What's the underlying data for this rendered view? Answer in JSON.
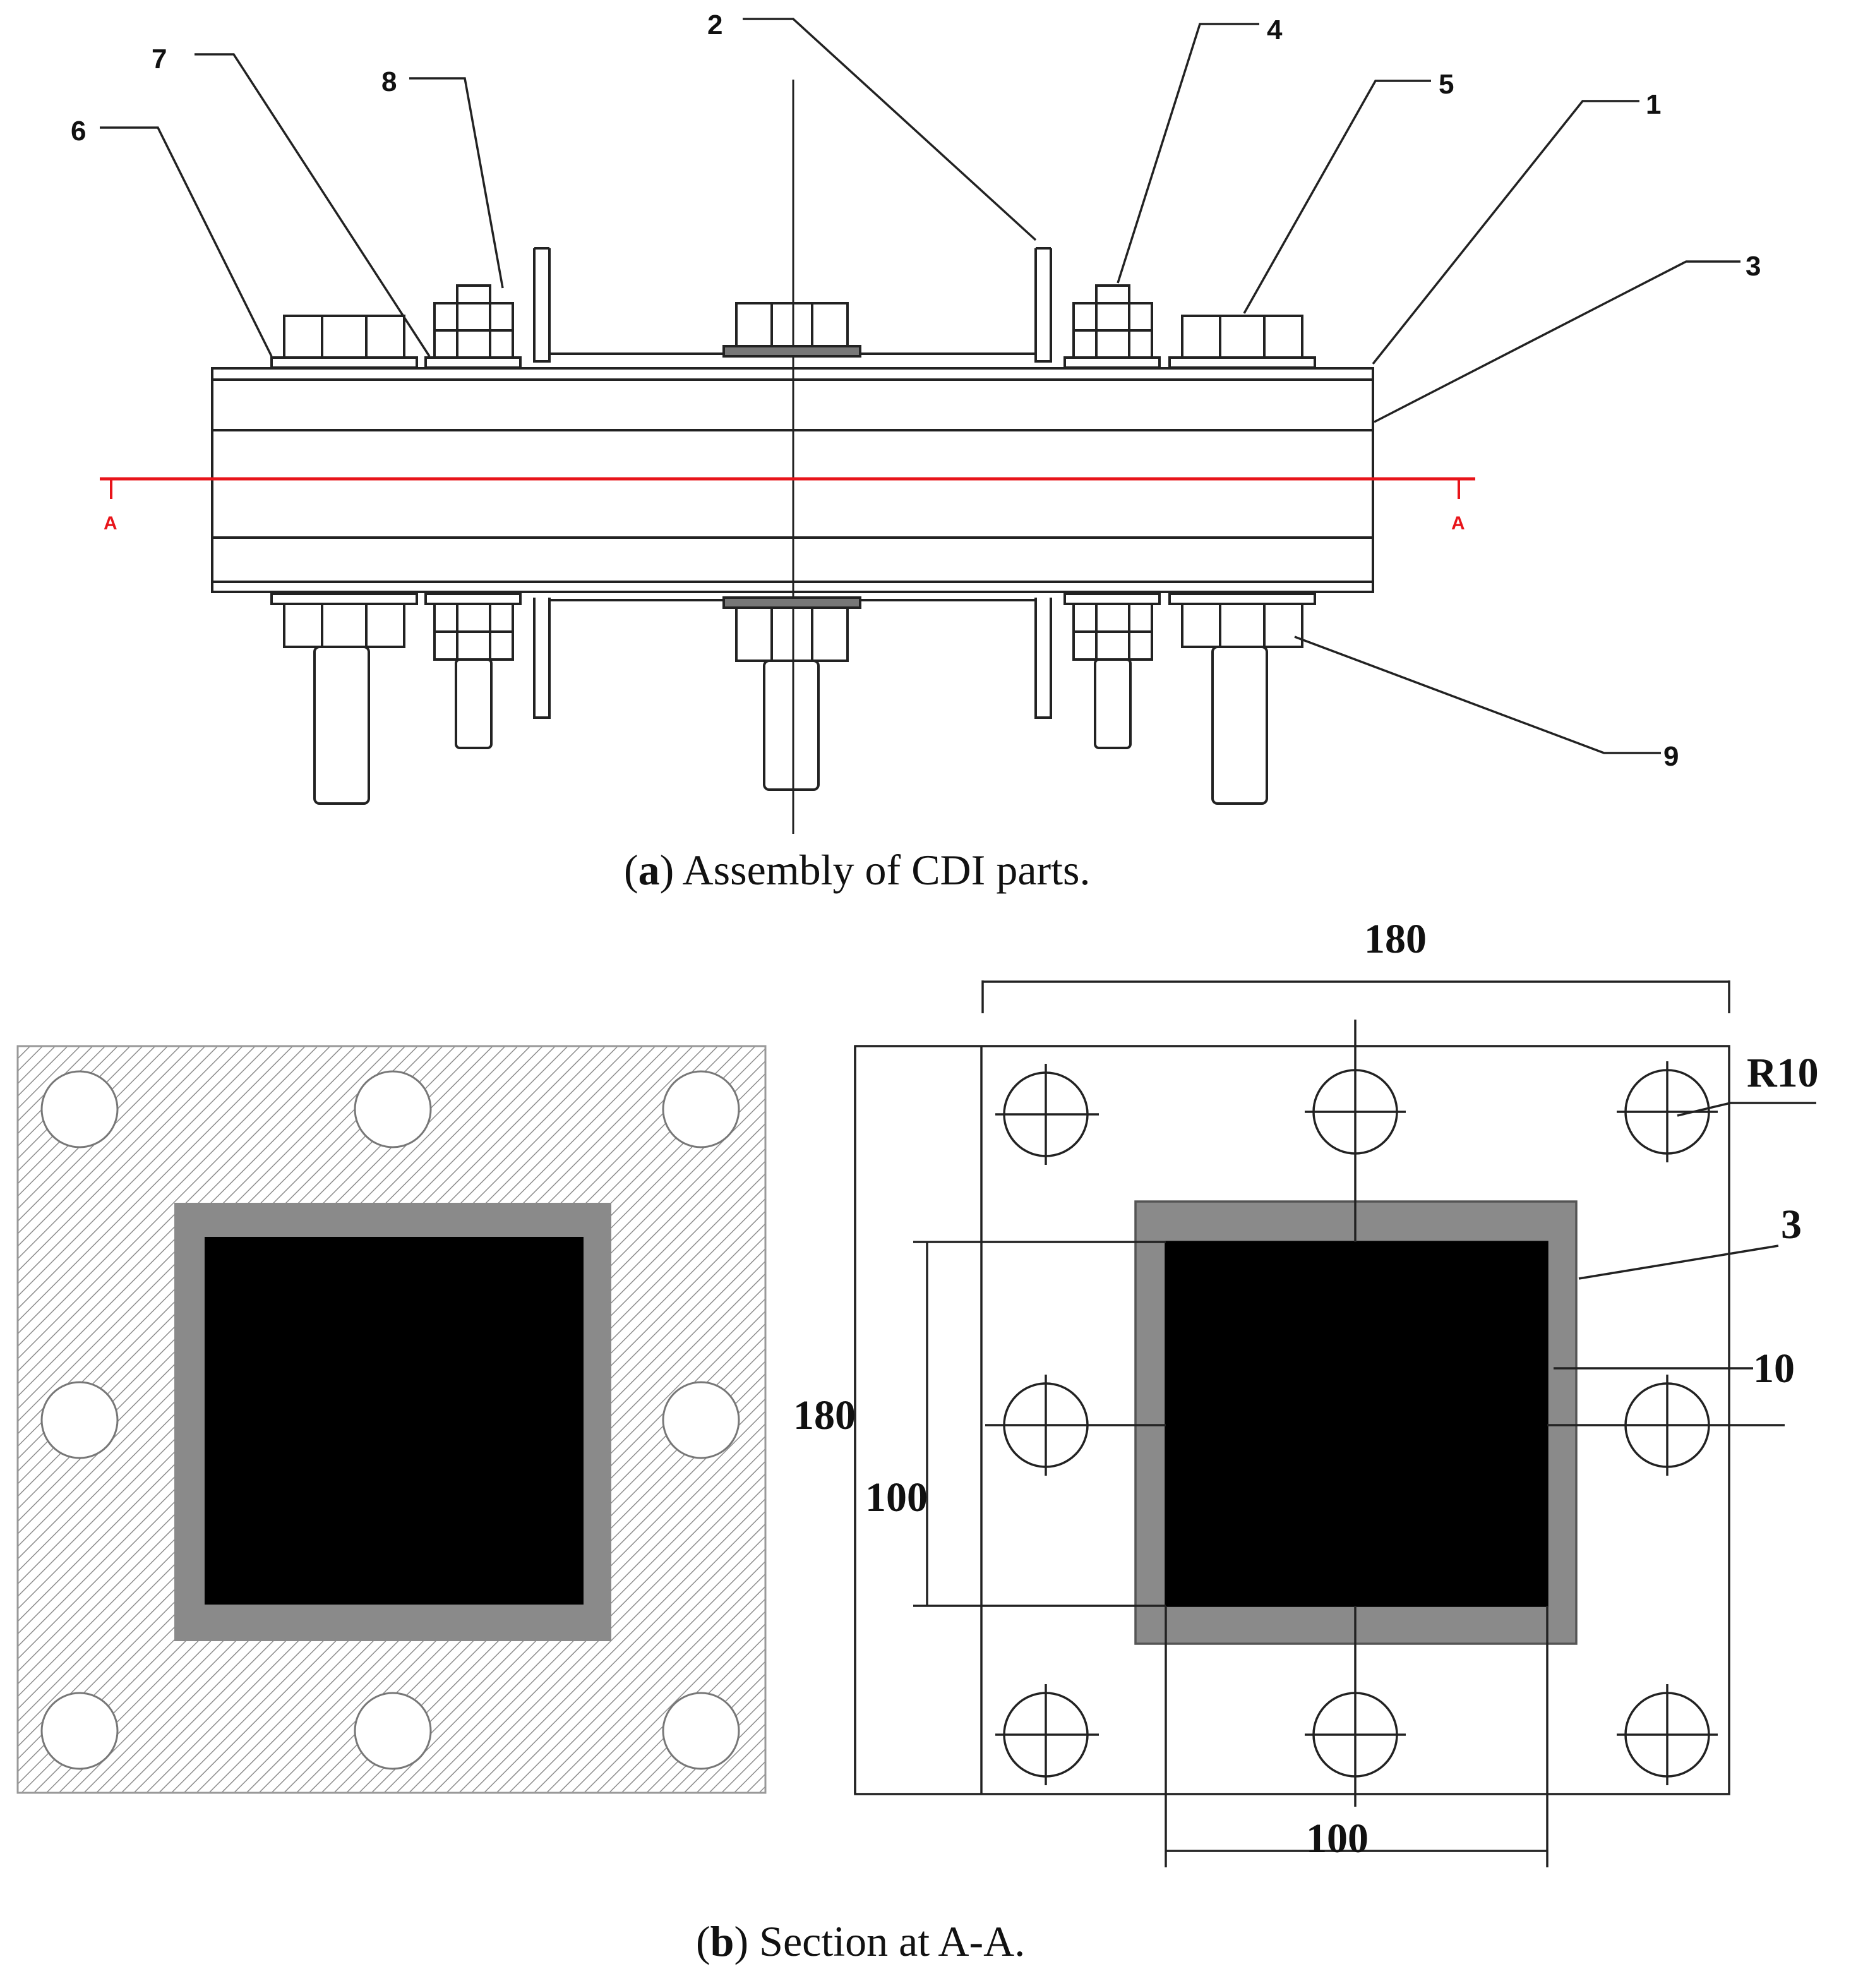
{
  "figure_a": {
    "caption_letter": "a",
    "caption_text": " Assembly of CDI parts.",
    "part_labels": [
      "1",
      "2",
      "3",
      "4",
      "5",
      "6",
      "7",
      "8",
      "9"
    ],
    "section_marks": [
      "A",
      "A"
    ],
    "colors": {
      "section_line": "#e8141a"
    }
  },
  "figure_b": {
    "caption_letter": "b",
    "caption_text": " Section at A-A.",
    "dimensions": {
      "top_width": "180",
      "left_height": "180",
      "inner_height": "100",
      "bottom_width": "100",
      "hole_radius": "R10"
    },
    "part_labels": [
      "3",
      "10"
    ],
    "colors": {
      "tube": "#8a8a8a",
      "core": "#000000"
    }
  }
}
